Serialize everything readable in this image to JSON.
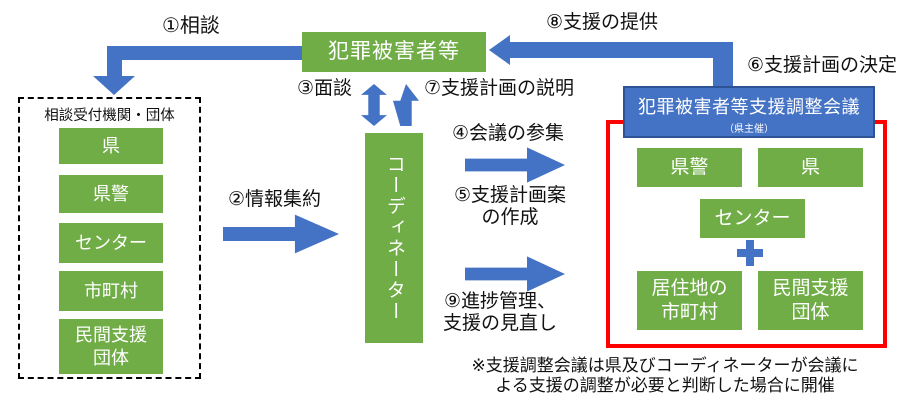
{
  "colors": {
    "box_green": "#70AD47",
    "arrow_blue": "#4472C4",
    "council_blue": "#4472C4",
    "frame_red": "#FF0000"
  },
  "steps": {
    "s1": "①相談",
    "s2": "②情報集約",
    "s3": "③面談",
    "s4": "④会議の参集",
    "s5": "⑤支援計画案\nの作成",
    "s6": "⑥支援計画の決定",
    "s7": "⑦支援計画の説明",
    "s8": "⑧支援の提供",
    "s9": "⑨進捗管理、\n支援の見直し"
  },
  "victims": {
    "label": "犯罪被害者等"
  },
  "coordinator": {
    "label": "コーディネーター"
  },
  "reception": {
    "title": "相談受付機関・団体",
    "items": [
      {
        "label": "県"
      },
      {
        "label": "県警"
      },
      {
        "label": "センター"
      },
      {
        "label": "市町村"
      },
      {
        "label": "民間支援\n団体"
      }
    ]
  },
  "council": {
    "title": "犯罪被害者等支援調整会議",
    "subtitle": "（県主催）",
    "plus_icon": "plus",
    "row1": [
      {
        "label": "県警"
      },
      {
        "label": "県"
      }
    ],
    "center": {
      "label": "センター"
    },
    "row2": [
      {
        "label": "居住地の\n市町村"
      },
      {
        "label": "民間支援\n団体"
      }
    ]
  },
  "note": "※支援調整会議は県及びコーディネーターが会議に\nよる支援の調整が必要と判断した場合に開催"
}
